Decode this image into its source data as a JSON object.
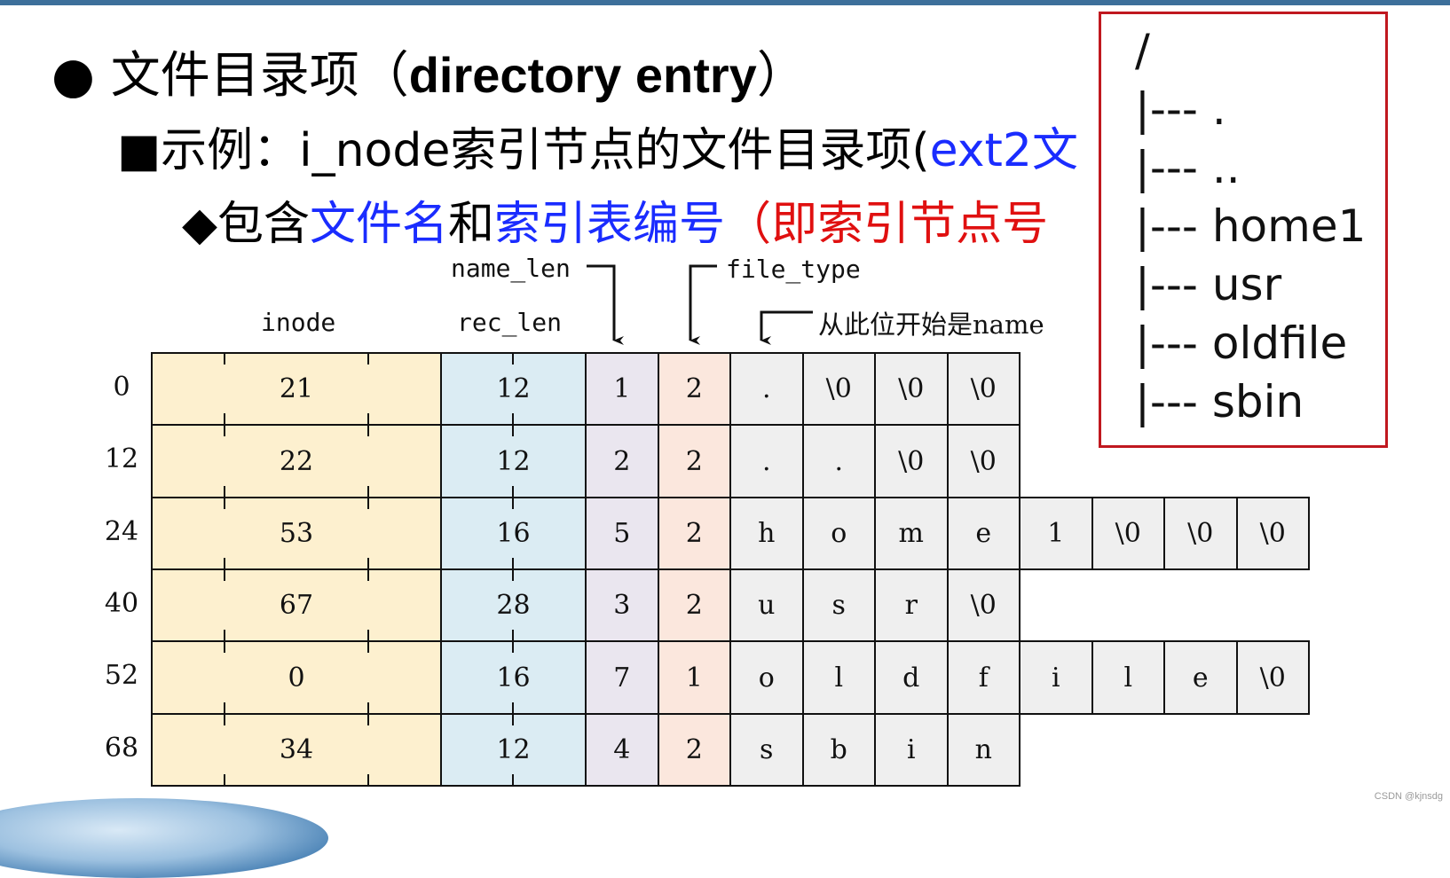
{
  "heading": {
    "bullet_symbol": "●",
    "title_cn": "文件目录项（",
    "title_en": "directory entry",
    "title_close": "）"
  },
  "subheading": {
    "symbol": "■",
    "prefix": "示例：i_node索引节点的文件目录项(",
    "blue": "ext2文",
    "rest": ""
  },
  "subsub": {
    "symbol": "◆",
    "part1": "包含",
    "blue1": "文件名",
    "part2": "和",
    "blue2": "索引表编号",
    "red": "（即索引节点号"
  },
  "labels": {
    "name_len": "name_len",
    "file_type": "file_type",
    "inode": "inode",
    "rec_len": "rec_len",
    "name_start": "从此位开始是name"
  },
  "offsets": [
    "0",
    "12",
    "24",
    "40",
    "52",
    "68"
  ],
  "rows": [
    {
      "inode": "21",
      "rec_len": "12",
      "name_len": "1",
      "file_type": "2",
      "chars": [
        ".",
        "\\0",
        "\\0",
        "\\0"
      ]
    },
    {
      "inode": "22",
      "rec_len": "12",
      "name_len": "2",
      "file_type": "2",
      "chars": [
        ".",
        ".",
        "\\0",
        "\\0"
      ]
    },
    {
      "inode": "53",
      "rec_len": "16",
      "name_len": "5",
      "file_type": "2",
      "chars": [
        "h",
        "o",
        "m",
        "e",
        "1",
        "\\0",
        "\\0",
        "\\0"
      ]
    },
    {
      "inode": "67",
      "rec_len": "28",
      "name_len": "3",
      "file_type": "2",
      "chars": [
        "u",
        "s",
        "r",
        "\\0"
      ]
    },
    {
      "inode": "0",
      "rec_len": "16",
      "name_len": "7",
      "file_type": "1",
      "chars": [
        "o",
        "l",
        "d",
        "f",
        "i",
        "l",
        "e",
        "\\0"
      ]
    },
    {
      "inode": "34",
      "rec_len": "12",
      "name_len": "4",
      "file_type": "2",
      "chars": [
        "s",
        "b",
        "i",
        "n"
      ]
    }
  ],
  "tree": [
    "/",
    "|--- .",
    "|--- ..",
    "|--- home1",
    "|--- usr",
    "|--- oldfile",
    "|--- sbin"
  ],
  "colors": {
    "inode_fill": "#fdf0cf",
    "rec_len_fill": "#dbecf3",
    "name_len_fill": "#eae6ef",
    "file_type_fill": "#fbe7dd",
    "char_fill": "#efefef",
    "tree_border": "#c0181f",
    "highlight_blue": "#1a2cff",
    "highlight_red": "#e01010"
  },
  "credit": "CSDN @kjnsdg"
}
